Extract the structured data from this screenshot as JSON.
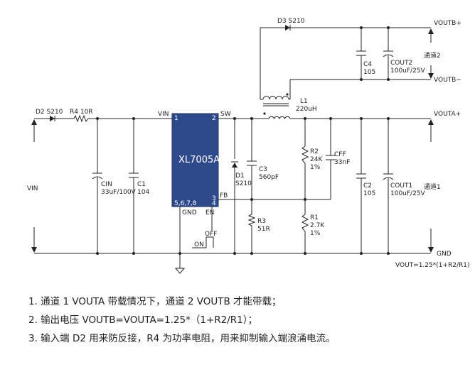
{
  "colors": {
    "wire": "#222222",
    "chip": "#2f4a8c",
    "chip_text": "#ffffff"
  },
  "ic": {
    "name": "XL7005A",
    "pin_vin": "VIN",
    "pin_vin_num": "1",
    "pin_sw_num": "2",
    "pin_sw": "SW",
    "pin_fb_num": "3",
    "pin_fb": "FB",
    "pin_gnd_nums": "5,6,7,8",
    "pin_en_num": "4",
    "pin_gnd": "GND",
    "pin_en": "EN"
  },
  "components": {
    "d2": "D2 S210",
    "r4": "R4 10R",
    "cin_name": "CIN",
    "cin_value": "33uF/100V",
    "c1_name": "C1",
    "c1_value": "104",
    "d1_name": "D1",
    "d1_value": "S210",
    "c3_name": "C3",
    "c3_value": "560pF",
    "r3_name": "R3",
    "r3_value": "51R",
    "l1_name": "L1",
    "l1_value": "220uH",
    "d3": "D3 S210",
    "c4_name": "C4",
    "c4_value": "105",
    "cout2_name": "COUT2",
    "cout2_value": "100uF/25V",
    "r2_name": "R2",
    "r2_value": "24K",
    "r2_tol": "1%",
    "cff_name": "CFF",
    "cff_value": "33nF",
    "r1_name": "R1",
    "r1_value": "2.7K",
    "r1_tol": "1%",
    "c2_name": "C2",
    "c2_value": "105",
    "cout1_name": "COUT1",
    "cout1_value": "100uF/25V"
  },
  "labels": {
    "vin": "VIN",
    "voutb_plus": "VOUTB+",
    "voutb_minus": "VOUTB−",
    "channel2": "通道2",
    "vouta_plus": "VOUTA+",
    "channel1": "通道1",
    "gnd": "GND",
    "formula": "VOUT=1.25*(1+R2/R1)",
    "switch_off": "OFF",
    "switch_on": "ON"
  },
  "notes": [
    "1.  通道 1 VOUTA 带载情况下，通道 2 VOUTB 才能带载；",
    "2.  输出电压 VOUTB=VOUTA=1.25*（1+R2/R1）；",
    "3.  输入端 D2 用来防反接，R4 为功率电阻，用来抑制输入端浪涌电流。"
  ]
}
